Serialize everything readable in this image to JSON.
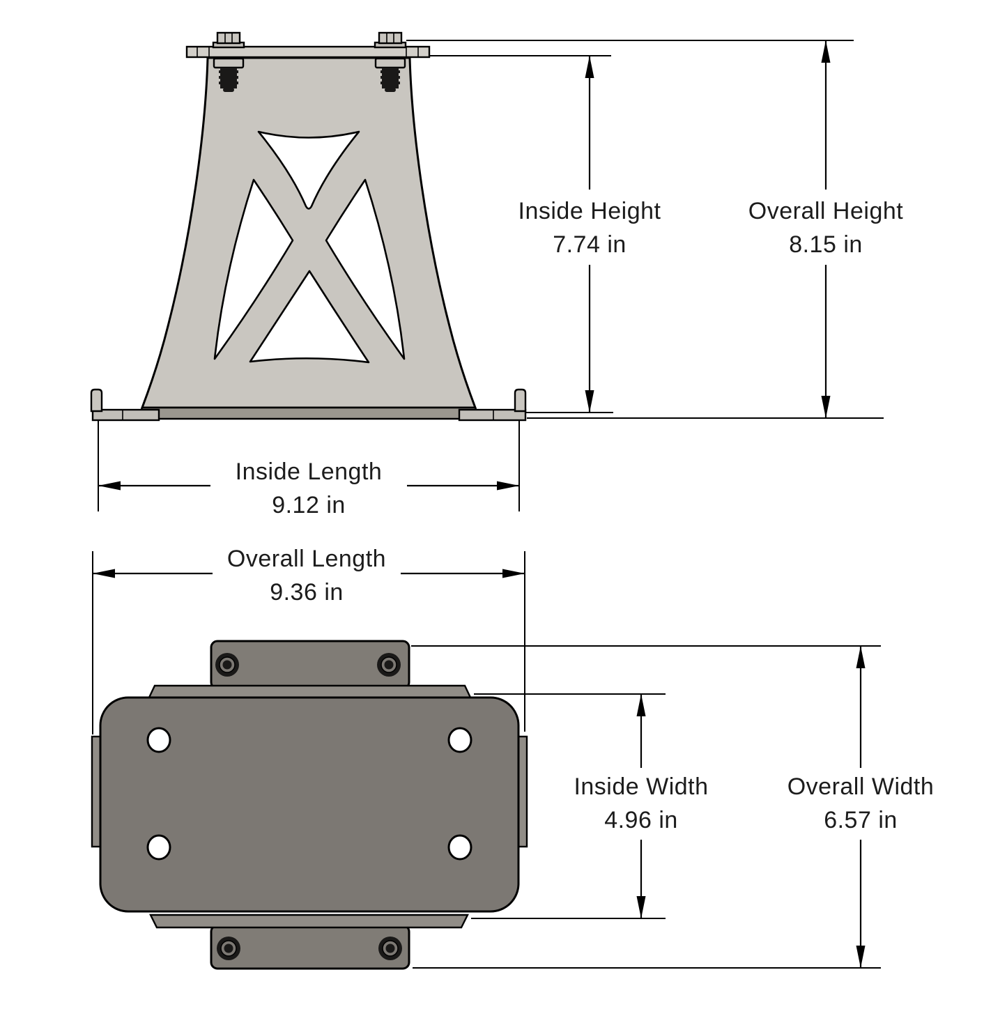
{
  "dimensions": {
    "inside_height": {
      "label": "Inside Height",
      "value": "7.74 in"
    },
    "overall_height": {
      "label": "Overall Height",
      "value": "8.15 in"
    },
    "inside_length": {
      "label": "Inside Length",
      "value": "9.12 in"
    },
    "overall_length": {
      "label": "Overall Length",
      "value": "9.36 in"
    },
    "inside_width": {
      "label": "Inside Width",
      "value": "4.96 in"
    },
    "overall_width": {
      "label": "Overall Width",
      "value": "6.57 in"
    }
  },
  "colors": {
    "background": "#ffffff",
    "line": "#000000",
    "body_gray": "#c9c6c0",
    "plate_bar_gray": "#d2cfc9",
    "flange_gray": "#c2bfb9",
    "band_gray": "#9b978f",
    "base_plate_gray": "#7c7873",
    "clamp_bar_gray": "#807c76",
    "hardware_gray": "#918d87",
    "screw_dark": "#1a1918",
    "screw_ring_gray": "#7c7873"
  }
}
